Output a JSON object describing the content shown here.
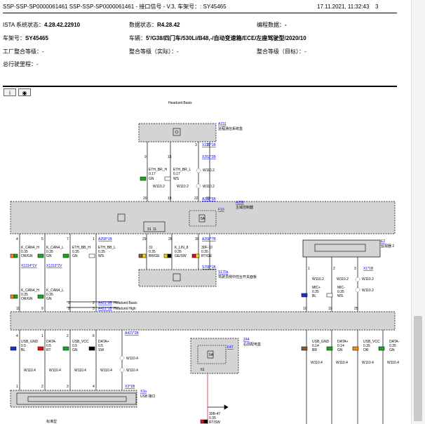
{
  "header": {
    "title": "SSP-SSP-SP0000061461 SSP-SSP-SP0000061461 - 接口信号 - V.3, 车架号：: SY45465",
    "datetime": "17.11.2021, 11:32:43",
    "page": "3",
    "istaLabel": "ISTA 系统状态：",
    "istaValue": "4.28.42.22910",
    "dataLabel": "数据状态：",
    "dataValue": "R4.28.42",
    "progLabel": "编程数据：",
    "progValue": "-",
    "vinLabel": "车架号：",
    "vinValue": "SY45465",
    "vehicleLabel": "车辆：",
    "vehicleValue": "5'/G38/四门车/530Li/B48,-/自动变速箱/ECE/左座驾驶型/2020/10",
    "factoryLabel": "工厂整合等级：",
    "factoryValue": "-",
    "actualLabel": "整合等级（实际）：",
    "actualValue": "-",
    "targetLabel": "整合等级（目标）：",
    "targetValue": "-",
    "mileageLabel": "总行驶里程：",
    "mileageValue": "-"
  },
  "toolbar": {
    "info": "i",
    "eye": "◉"
  },
  "diagram": {
    "top_title": "Headunit Basis",
    "a231": {
      "code": "A231",
      "name": "远程通信系统盒"
    },
    "x231b": "X231*1B",
    "x262b": "X262*2B",
    "top_pins": [
      "9",
      "15",
      "3",
      "2"
    ],
    "eth_wires": [
      {
        "name": "ETH_BR_H",
        "size": "0.17",
        "color": "GN"
      },
      {
        "name": "ETH_BR_L",
        "size": "0.17",
        "color": "WS"
      }
    ],
    "w1102": "W110.2",
    "a258": {
      "code": "A258",
      "name": "主域控制器"
    },
    "f10": "F10",
    "a258b": "A258*6B",
    "a258x1": "A258*1B",
    "a258x7": "A258*7B",
    "fuse_rating": "5A",
    "a_pins_top": [
      "20",
      "19",
      "22",
      "23"
    ],
    "a_pins_bottom": [
      "4",
      "5",
      "7",
      "1",
      "29",
      "28",
      "30",
      "1",
      "1"
    ],
    "relay_pins": [
      "31",
      "11"
    ],
    "mid_wires": [
      {
        "name": "K_CAN4_H",
        "size": "0.35",
        "color": "OR/GN"
      },
      {
        "name": "K_CAN4_L",
        "size": "0.35",
        "color": "GN"
      },
      {
        "name": "ETH_BB_H",
        "size": "0.35",
        "color": "GN"
      },
      {
        "name": "ETH_BB_L",
        "size": "0.35",
        "color": "WS"
      },
      {
        "name": "31",
        "size": "0.35",
        "color": "BR/GE"
      },
      {
        "name": "K_LIN_8",
        "size": "0.35",
        "color": "GE/SW"
      },
      {
        "name": "30F-10",
        "size": "0.35",
        "color": "RT/GE"
      }
    ],
    "x1314": "X1314*1V",
    "x1313": "X1313*2V",
    "low_wires": [
      {
        "name": "K_CAN4_H",
        "size": "0.35",
        "color": "OR/GN"
      },
      {
        "name": "K_CAN4_L",
        "size": "0.35",
        "color": "GN"
      }
    ],
    "s170": {
      "code": "S170a",
      "name": "驾驶员侧中控台开关面板"
    },
    "s708b": "S708*1B",
    "e2": {
      "code": "E2",
      "name": "监视器 2"
    },
    "x1b": "X1*1B",
    "e2_pins": [
      "1",
      "2",
      "3"
    ],
    "mic_wires": [
      {
        "name": "MIC+",
        "size": "0.35",
        "color": "BL"
      },
      {
        "name": "MIC-",
        "size": "0.35",
        "color": "WS"
      }
    ],
    "a421": {
      "line1": "A421*3B",
      "line2": "A421*1B",
      "basis": "Headunit Basis",
      "high": "Headunit High",
      "pins": [
        "1",
        "2",
        "2",
        "3"
      ]
    },
    "main_pins_top": [
      "11",
      "9",
      "10",
      "19",
      "25"
    ],
    "main_pins_top_left": [
      "4",
      "1",
      "2",
      "6"
    ],
    "usb_left_wires": [
      {
        "name": "USB_GND",
        "size": "0.5",
        "color": "BL"
      },
      {
        "name": "DATA-",
        "size": "0.5",
        "color": "RT"
      },
      {
        "name": "USB_VCC",
        "size": "0.5",
        "color": "GN"
      },
      {
        "name": "DATA+",
        "size": "0.5",
        "color": "SW"
      }
    ],
    "usb_right_wires": [
      {
        "name": "USB_GND",
        "size": "0.14",
        "color": "BR"
      },
      {
        "name": "DATA+",
        "size": "0.14",
        "color": "GN"
      },
      {
        "name": "USB_VCC",
        "size": "0.35",
        "color": "OR"
      },
      {
        "name": "DATA-",
        "size": "0.35",
        "color": "GN"
      }
    ],
    "a421x2": "A421*2B",
    "w1104": "W110.4",
    "z44": {
      "code": "Z44",
      "name": "右前配电盒"
    },
    "f47": "F47",
    "z44_pin": "61",
    "x3a": {
      "code": "X3a",
      "name": "USB 接口"
    },
    "x3b": "X3*1B",
    "bottom_wire": {
      "name": "30B-47",
      "size": "0.35",
      "color": "RT/SW"
    },
    "bottom_label": "标准型",
    "usb_pins": [
      "1",
      "2",
      "3",
      "4"
    ]
  },
  "colors": {
    "box": "#d4d4d4",
    "wireGN": "#1fa12a",
    "wireWS": "#ffffff",
    "wireOR": "#ef8a1c",
    "wireBL": "#1a32c8",
    "wireRT": "#d8141b",
    "wireSW": "#000000",
    "wireBR": "#8b5a2b",
    "wireGE": "#f2d21b",
    "link": "#0000ee"
  }
}
